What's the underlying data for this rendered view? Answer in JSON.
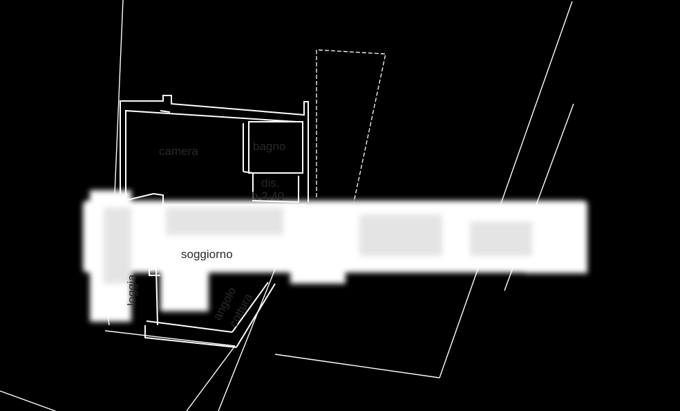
{
  "plan": {
    "rooms": {
      "camera": "camera",
      "bagno": "bagno",
      "dis": "dis.",
      "height": "h 2.40",
      "soggiorno": "soggiorno",
      "loggia": "loggia",
      "angolo": "angolo",
      "cottura": "cottura"
    },
    "colors": {
      "background": "#000000",
      "lines": "#ffffff",
      "label": "#2a2a2a"
    }
  }
}
